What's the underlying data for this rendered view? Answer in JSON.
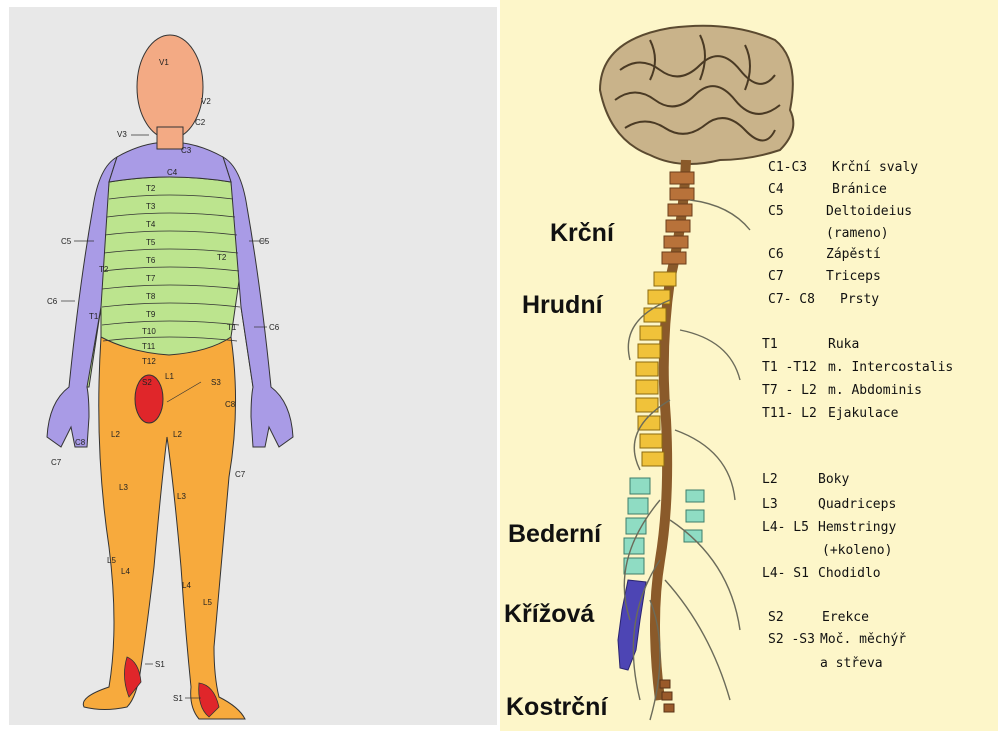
{
  "colors": {
    "head": "#f3aa84",
    "cervical": "#a99be6",
    "thoracic": "#bce48e",
    "lumbar": "#f7aa3d",
    "sacral": "#e0262a",
    "left_bg": "#e8e8e8",
    "right_bg": "#fdf6c9"
  },
  "dermatome_labels": {
    "v1": "V1",
    "v2": "V2",
    "v3": "V3",
    "c2": "C2",
    "c3": "C3",
    "c4": "C4",
    "c5_left": "C5",
    "c5_right": "C5",
    "c6_left": "C6",
    "c6_right": "C6",
    "c7_left": "C7",
    "c7_right": "C7",
    "c8_left": "C8",
    "c8_right": "C8",
    "t1_left": "T1",
    "t1_right": "T1",
    "t2_left": "T2",
    "t2_right": "T2",
    "t2": "T2",
    "t3": "T3",
    "t4": "T4",
    "t5": "T5",
    "t6": "T6",
    "t7": "T7",
    "t8": "T8",
    "t9": "T9",
    "t10": "T10",
    "t11": "T11",
    "t12": "T12",
    "l1": "L1",
    "l2_left": "L2",
    "l2_right": "L2",
    "l3_left": "L3",
    "l3_right": "L3",
    "l4_left": "L4",
    "l4_right": "L4",
    "l5_left": "L5",
    "l5_right": "L5",
    "s2": "S2",
    "s3": "S3",
    "s1_left": "S1",
    "s1_right": "S1"
  },
  "regions": [
    {
      "label": "Krční"
    },
    {
      "label": "Hrudní"
    },
    {
      "label": "Bederní"
    },
    {
      "label": "Křížová"
    },
    {
      "label": "Kostrční"
    }
  ],
  "functions": [
    {
      "code": "C1-C3",
      "text": "Krční svaly"
    },
    {
      "code": "C4",
      "text": "Bránice"
    },
    {
      "code": "C5",
      "text": "Deltoideius"
    },
    {
      "code": "",
      "text": "(rameno)"
    },
    {
      "code": "C6",
      "text": "Zápěstí"
    },
    {
      "code": "C7",
      "text": "Triceps"
    },
    {
      "code": "C7- C8",
      "text": "Prsty"
    },
    {
      "code": "T1",
      "text": "Ruka"
    },
    {
      "code": "T1 -T12",
      "text": "m. Intercostalis"
    },
    {
      "code": "T7 - L2",
      "text": "m. Abdominis"
    },
    {
      "code": "T11- L2",
      "text": "Ejakulace"
    },
    {
      "code": "L2",
      "text": "Boky"
    },
    {
      "code": "L3",
      "text": "Quadriceps"
    },
    {
      "code": "L4- L5",
      "text": "Hemstringy"
    },
    {
      "code": "",
      "text": "(+koleno)"
    },
    {
      "code": "L4- S1",
      "text": "Chodidlo"
    },
    {
      "code": "S2",
      "text": "Erekce"
    },
    {
      "code": "S2 -S3",
      "text": "Moč. měchýř"
    },
    {
      "code": "",
      "text": "a střeva"
    }
  ]
}
